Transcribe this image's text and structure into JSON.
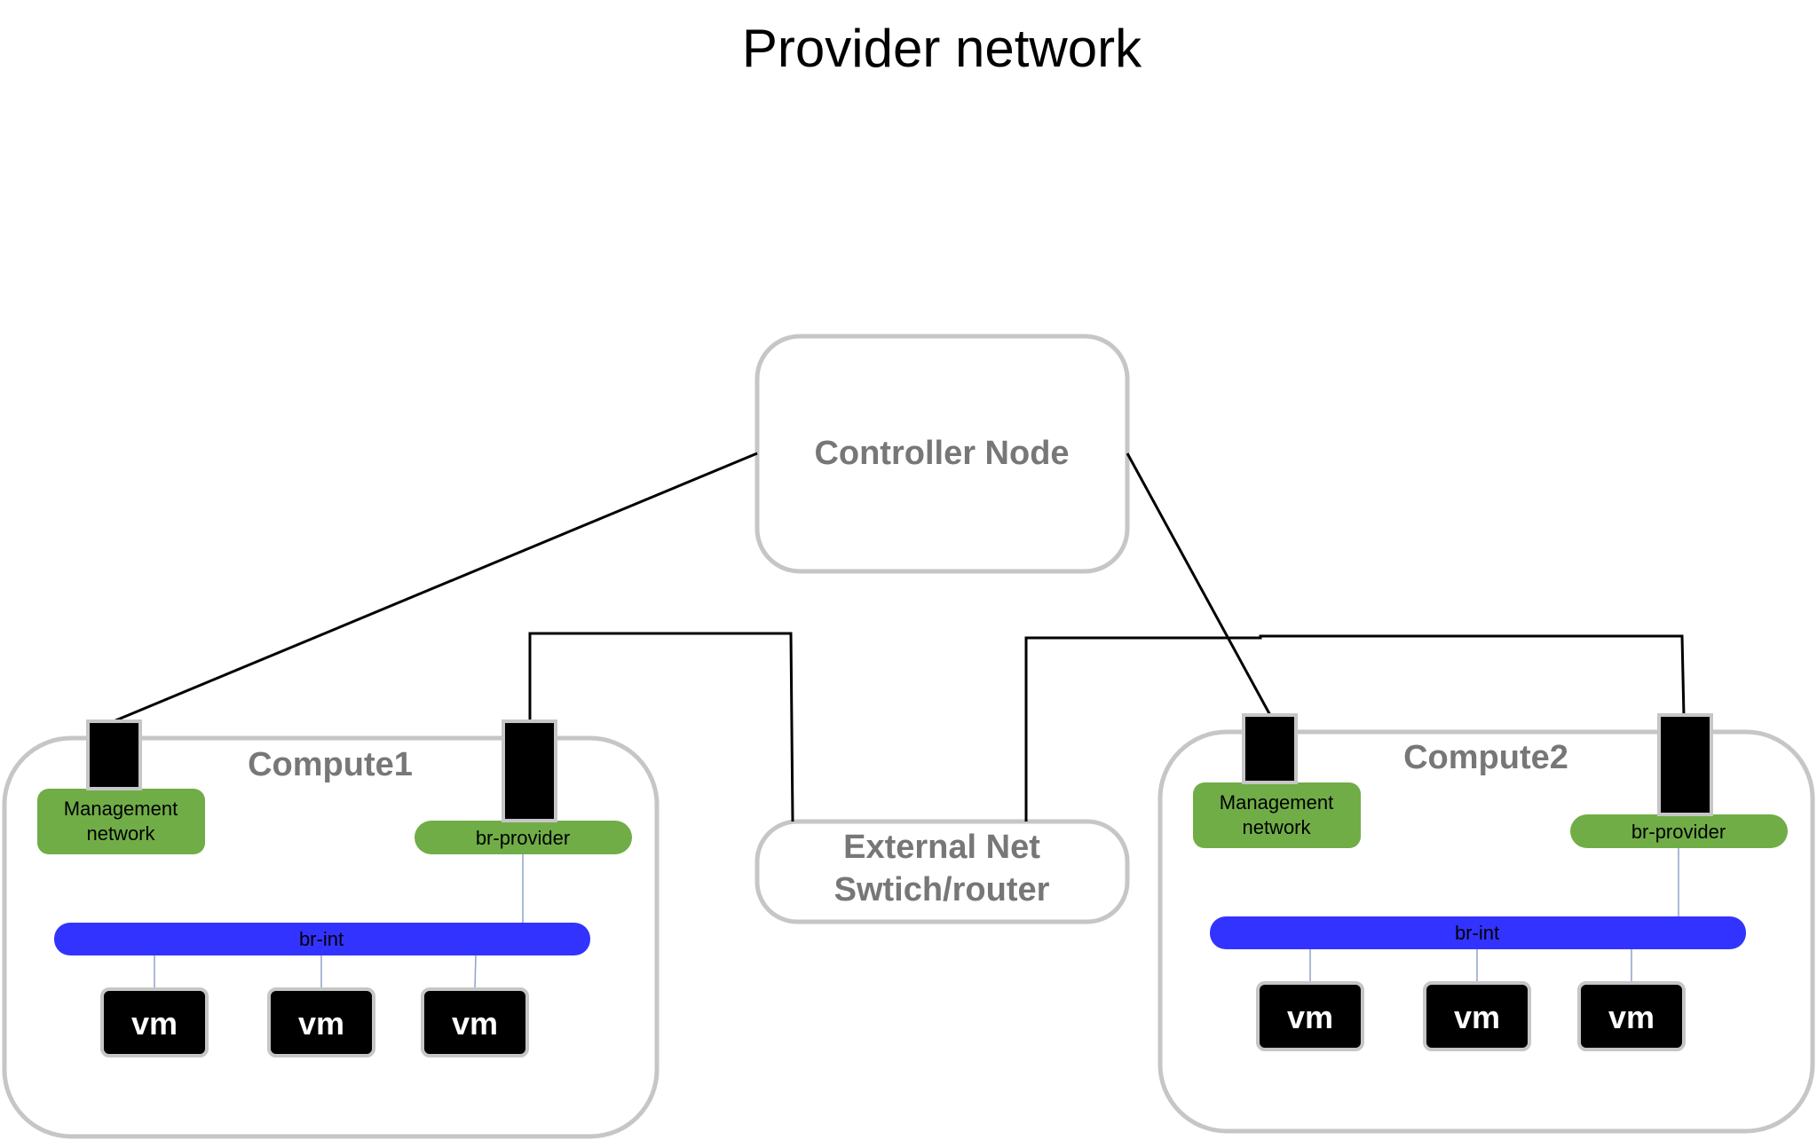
{
  "title": "Provider network",
  "controller": {
    "label": "Controller Node"
  },
  "external": {
    "line1": "External Net",
    "line2": "Swtich/router"
  },
  "compute1": {
    "label": "Compute1",
    "mgmt": {
      "line1": "Management",
      "line2": "network"
    },
    "provider": "br-provider",
    "bint": "br-int",
    "vms": [
      "vm",
      "vm",
      "vm"
    ]
  },
  "compute2": {
    "label": "Compute2",
    "mgmt": {
      "line1": "Management",
      "line2": "network"
    },
    "provider": "br-provider",
    "bint": "br-int",
    "vms": [
      "vm",
      "vm",
      "vm"
    ]
  },
  "colors": {
    "green": "#70ad47",
    "bridge_blue": "#3333ff",
    "box_stroke": "#c6c6c6",
    "label_gray": "#777777"
  }
}
